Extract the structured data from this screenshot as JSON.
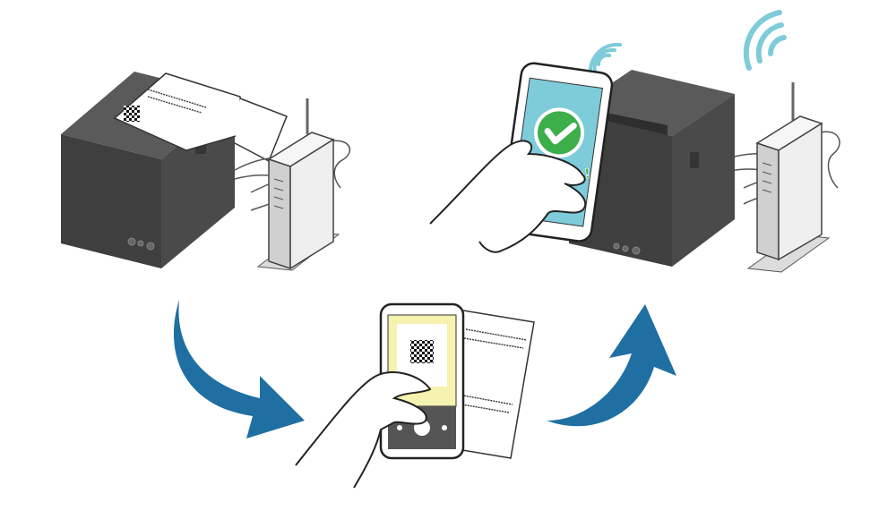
{
  "steps": [
    {
      "id": "print",
      "description_items": [
        "printer",
        "receipt",
        "router"
      ]
    },
    {
      "id": "scan",
      "description_items": [
        "phone-camera",
        "qr-sheet"
      ]
    },
    {
      "id": "done",
      "description_items": [
        "phone-complete",
        "printer",
        "router"
      ]
    }
  ],
  "phone_status": {
    "label": "Complete!"
  },
  "colors": {
    "printer_body": "#4a4a4a",
    "printer_dark": "#3a3a3a",
    "arrow": "#1f6fa3",
    "screen_blue": "#7ecbd9",
    "check_green": "#3cae4a",
    "wifi": "#7ecbd9",
    "viewfinder": "#f6f2b0",
    "router": "#eeeeee"
  },
  "icons": [
    "printer-icon",
    "router-icon",
    "smartphone-icon",
    "qr-code-icon",
    "check-circle-icon",
    "wifi-icon",
    "hand-icon",
    "arrow-icon"
  ]
}
